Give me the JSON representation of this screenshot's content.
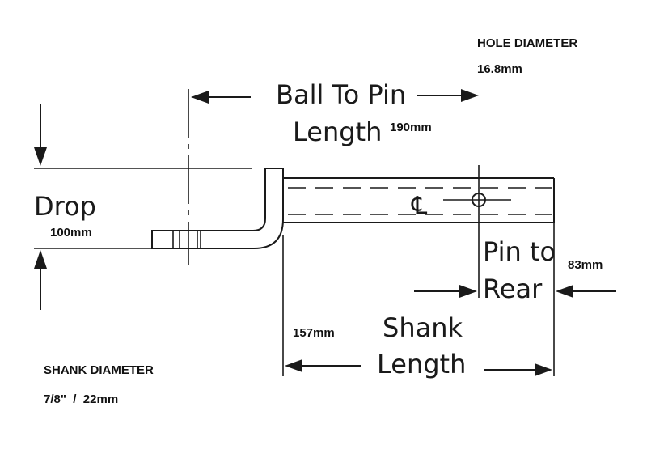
{
  "labels": {
    "hole_diameter_title": "HOLE DIAMETER",
    "hole_diameter_value": "16.8mm",
    "ball_to_pin_line1": "Ball To Pin",
    "ball_to_pin_line2": "Length",
    "ball_to_pin_value": "190mm",
    "drop": "Drop",
    "drop_value": "100mm",
    "pin_to_rear_line1": "Pin to",
    "pin_to_rear_line2": "Rear",
    "pin_to_rear_value": "83mm",
    "shank_length_line1": "Shank",
    "shank_length_line2": "Length",
    "shank_length_value": "157mm",
    "shank_diameter_title": "SHANK DIAMETER",
    "shank_diameter_value": "7/8\"  /  22mm",
    "centerline_symbol": "℄"
  }
}
